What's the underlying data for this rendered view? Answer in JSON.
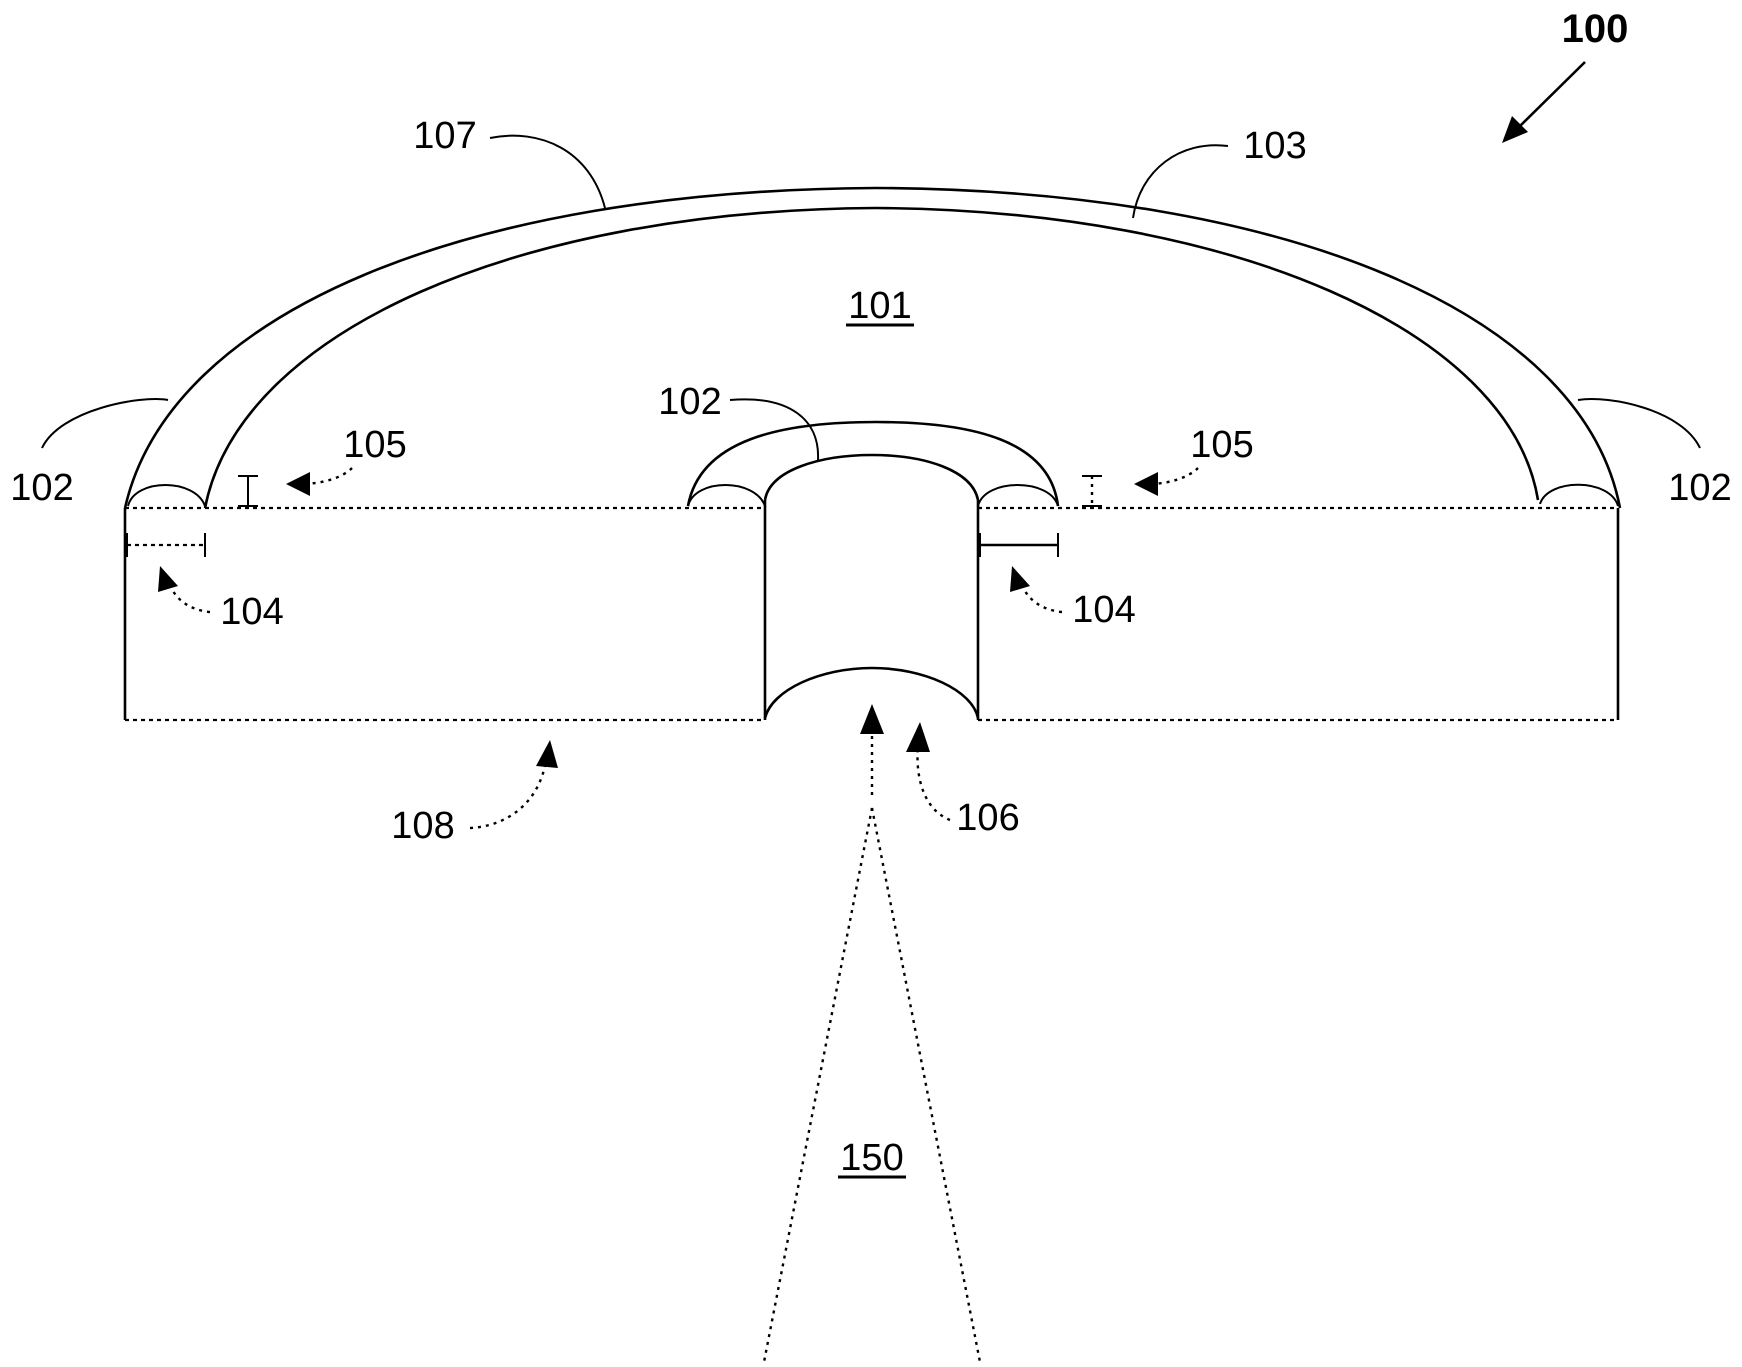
{
  "figure_ref": "100",
  "labels": {
    "cavity": "101",
    "edge_left": "102",
    "edge_right": "102",
    "edge_center": "102",
    "dome": "103",
    "width_left": "104",
    "width_right": "104",
    "height_left": "105",
    "height_right": "105",
    "outer_surface": "107",
    "aperture": "106",
    "base": "108",
    "beam": "150"
  },
  "colors": {
    "line": "#000000",
    "background": "#ffffff"
  }
}
